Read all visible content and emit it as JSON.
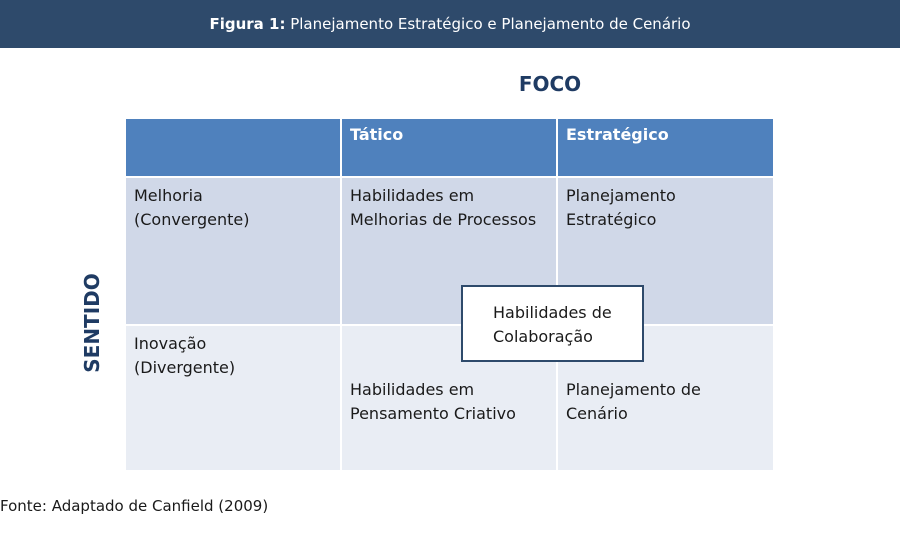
{
  "header": {
    "label_bold": "Figura 1:",
    "label_rest": " Planejamento Estratégico e Planejamento de Cenário"
  },
  "axes": {
    "foco": "FOCO",
    "sentido": "SENTIDO"
  },
  "columns": {
    "tatico": "Tático",
    "estrategico": "Estratégico"
  },
  "rows": {
    "melhoria": {
      "line1": "Melhoria",
      "line2": "(Convergente)"
    },
    "inovacao": {
      "line1": "Inovação",
      "line2": "(Divergente)"
    }
  },
  "cells": {
    "melhoria_tatico": {
      "line1": "Habilidades em",
      "line2": "Melhorias de Processos"
    },
    "melhoria_estrategico": {
      "line1": "Planejamento",
      "line2": "Estratégico"
    },
    "inovacao_tatico": {
      "line1": "Habilidades em",
      "line2": "Pensamento Criativo"
    },
    "inovacao_estrategico": {
      "line1": "Planejamento de",
      "line2": "Cenário"
    }
  },
  "overlay": {
    "line1": "Habilidades de",
    "line2": "Colaboração"
  },
  "source": "Fonte: Adaptado de Canfield (2009)",
  "colors": {
    "header_bg": "#2e4a6b",
    "table_head": "#4f81bd",
    "row1": "#d0d8e8",
    "row2": "#e9edf4",
    "axis_text": "#1f3b63"
  }
}
